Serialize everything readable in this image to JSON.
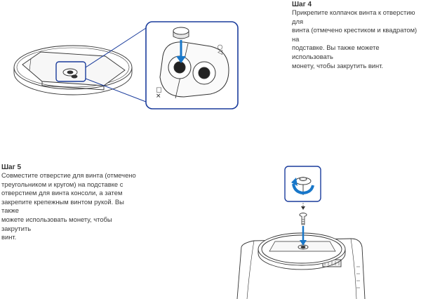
{
  "step4": {
    "title": "Шаг 4",
    "lines": [
      "Прикрепите колпачок винта к отверстию для",
      "винта (отмечено крестиком и квадратом) на",
      "подставке. Вы также можете использовать",
      "монету, чтобы закрутить винт."
    ]
  },
  "step5": {
    "title": "Шаг 5",
    "lines": [
      "Совместите отверстие для винта (отмечено",
      "треугольником и кругом) на подставке с",
      "отверстием для винта консоли, а затем",
      "закрепите крепежным винтом рукой. Вы также",
      "можете использовать монету, чтобы закрутить",
      "винт."
    ]
  },
  "colors": {
    "accent": "#1a3c9c",
    "arrow": "#1877c9",
    "line": "#333333"
  },
  "icons": {
    "triangle_circle": "△○",
    "cross_square": "✕□"
  }
}
